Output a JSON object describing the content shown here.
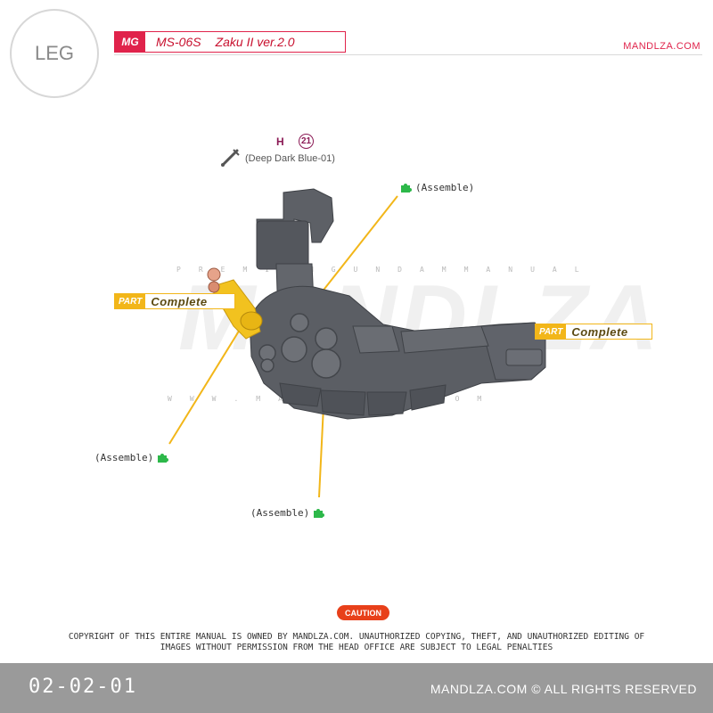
{
  "header": {
    "section": "LEG",
    "grade_badge": "MG",
    "model": "MS-06S",
    "kit_name": "Zaku II ver.2.0",
    "brand": "MANDLZA.COM"
  },
  "paint": {
    "letter": "H",
    "number": "21",
    "name": "(Deep Dark Blue-01)"
  },
  "labels": {
    "assemble_top": "(Assemble)",
    "assemble_left": "(Assemble)",
    "assemble_bottom": "(Assemble)",
    "part_tag": "PART",
    "complete_text": "Complete"
  },
  "watermark": {
    "top_line": "PREMIUMGUNDAMMANUAL",
    "bottom_line": "WWW.MANDLZA.COM",
    "big": "MANDLZA"
  },
  "caution": "CAUTION",
  "copyright_line1": "COPYRIGHT OF THIS ENTIRE MANUAL IS OWNED BY MANDLZA.COM. UNAUTHORIZED COPYING, THEFT, AND UNAUTHORIZED EDITING OF",
  "copyright_line2": "IMAGES WITHOUT PERMISSION FROM THE HEAD OFFICE ARE SUBJECT TO LEGAL PENALTIES",
  "footer": {
    "page_number": "02-02-01",
    "rights": "MANDLZA.COM © ALL RIGHTS RESERVED"
  },
  "colors": {
    "brand_red": "#e0234b",
    "part_yellow": "#f2b619",
    "assemble_green": "#2db84a",
    "paint_purple": "#8b1a55",
    "caution_orange": "#e8401a",
    "footer_gray": "#9a9a9a"
  }
}
